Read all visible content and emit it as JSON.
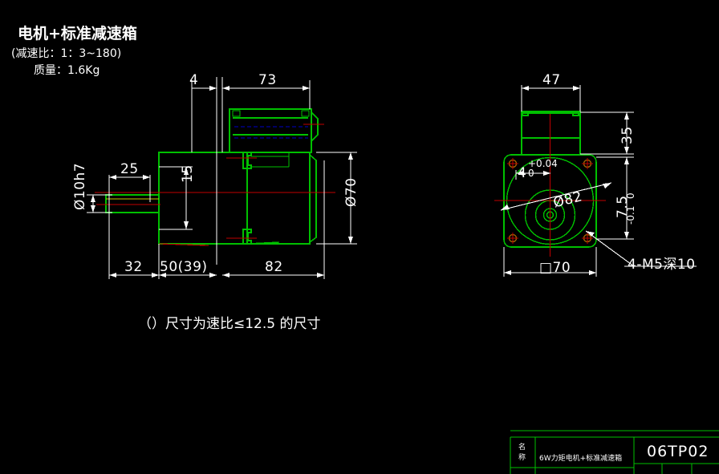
{
  "drawing": {
    "background_color": "#000000",
    "geometry_color": "#00c000",
    "dimension_color": "#ffffff",
    "centerline_color": "#c00000",
    "hidden_color": "#0000c8",
    "highlight_color": "#c8c800",
    "hole_color": "#a06000"
  },
  "header": {
    "title": "电机+标准减速箱",
    "line1": "(减速比：1：3~180)",
    "line2": "质量：1.6Kg"
  },
  "note": {
    "text": "（）尺寸为速比≤12.5 的尺寸"
  },
  "side_view": {
    "name": "side-elevation-view",
    "dimensions": {
      "top_4": "4",
      "top_73": "73",
      "shaft_dia": "Ø10h7",
      "key_len": "25",
      "key_height": "15",
      "body_dia": "Ø70",
      "bottom_32": "32",
      "bottom_50_39": "50(39)",
      "bottom_82": "82"
    }
  },
  "front_view": {
    "name": "front-end-view",
    "dimensions": {
      "top_47": "47",
      "right_35": "35",
      "right_75": "7.5",
      "right_75_tol_upper": "0",
      "right_75_tol_lower": "-0.1",
      "boss_4": "4",
      "boss_4_tol_upper": "+0.04",
      "boss_4_tol_lower": "0",
      "bolt_circle": "Ø82",
      "square_70": "□70",
      "thread_callout": "4-M5深10"
    }
  },
  "title_block": {
    "label_name": "名称",
    "part_name": "6W力矩电机+标准减速箱",
    "part_number": "06TP02"
  }
}
